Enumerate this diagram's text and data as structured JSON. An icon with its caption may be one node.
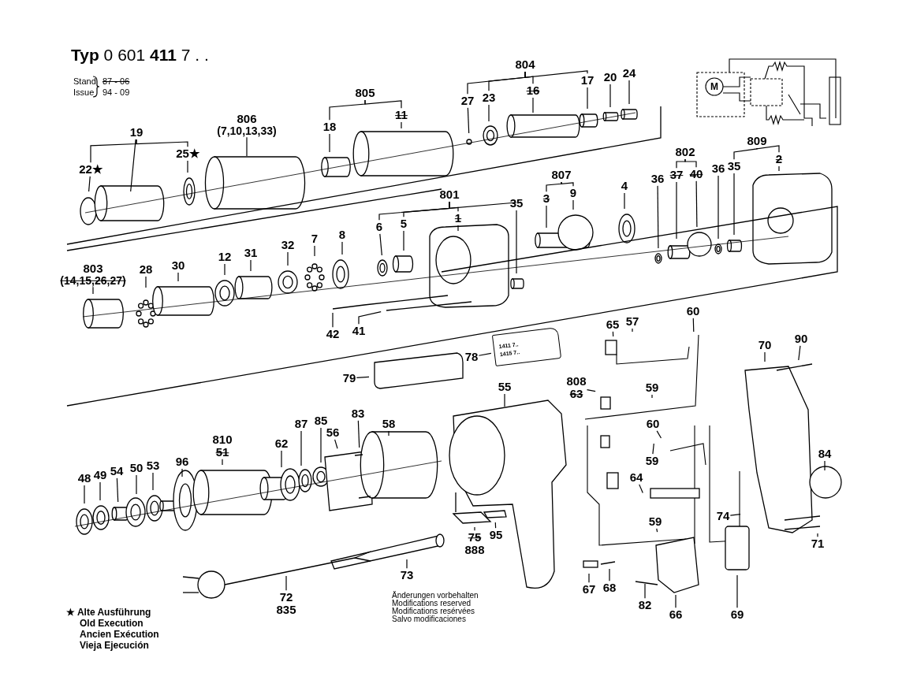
{
  "diagram": {
    "title": "**Typ** 0 601 **411** 7 . .",
    "nodes": [
      {
        "text": [
          "19"
        ]
      },
      {
        "text": [
          "22★"
        ]
      },
      {
        "text": [
          "25★"
        ]
      },
      {
        "text": [
          "806",
          "(7,10,13,33)"
        ]
      },
      {
        "text": [
          "805"
        ]
      },
      {
        "text": [
          "18"
        ]
      },
      {
        "text": [
          "11"
        ]
      },
      {
        "text": [
          "804"
        ]
      },
      {
        "text": [
          "27"
        ]
      },
      {
        "text": [
          "23"
        ]
      },
      {
        "text": [
          "16"
        ]
      },
      {
        "text": [
          "17"
        ]
      },
      {
        "text": [
          "20"
        ]
      },
      {
        "text": [
          "24"
        ]
      },
      {
        "text": [
          "801"
        ]
      },
      {
        "text": [
          "6"
        ]
      },
      {
        "text": [
          "5"
        ]
      },
      {
        "text": [
          "1"
        ]
      },
      {
        "text": [
          "35"
        ]
      },
      {
        "text": [
          "807"
        ]
      },
      {
        "text": [
          "3"
        ]
      },
      {
        "text": [
          "9"
        ]
      },
      {
        "text": [
          "4"
        ]
      },
      {
        "text": [
          "36"
        ]
      },
      {
        "text": [
          "802"
        ]
      },
      {
        "text": [
          "37"
        ]
      },
      {
        "text": [
          "40"
        ]
      },
      {
        "text": [
          "36"
        ]
      },
      {
        "text": [
          "35"
        ]
      },
      {
        "text": [
          "809"
        ]
      },
      {
        "text": [
          "2"
        ]
      },
      {
        "text": [
          "803",
          "(14,15,26,27)"
        ]
      },
      {
        "text": [
          "28"
        ]
      },
      {
        "text": [
          "30"
        ]
      },
      {
        "text": [
          "12"
        ]
      },
      {
        "text": [
          "31"
        ]
      },
      {
        "text": [
          "32"
        ]
      },
      {
        "text": [
          "7"
        ]
      },
      {
        "text": [
          "8"
        ]
      },
      {
        "text": [
          "42"
        ]
      },
      {
        "text": [
          "41"
        ]
      },
      {
        "text": [
          "79"
        ]
      },
      {
        "text": [
          "78"
        ]
      },
      {
        "text": [
          "55"
        ]
      },
      {
        "text": [
          "65"
        ]
      },
      {
        "text": [
          "57"
        ]
      },
      {
        "text": [
          "60"
        ]
      },
      {
        "text": [
          "70"
        ]
      },
      {
        "text": [
          "90"
        ]
      },
      {
        "text": [
          "808",
          "63"
        ]
      },
      {
        "text": [
          "59"
        ]
      },
      {
        "text": [
          "83"
        ]
      },
      {
        "text": [
          "58"
        ]
      },
      {
        "text": [
          "87"
        ]
      },
      {
        "text": [
          "85"
        ]
      },
      {
        "text": [
          "56"
        ]
      },
      {
        "text": [
          "810",
          "51"
        ]
      },
      {
        "text": [
          "62"
        ]
      },
      {
        "text": [
          "60"
        ]
      },
      {
        "text": [
          "59"
        ]
      },
      {
        "text": [
          "96"
        ]
      },
      {
        "text": [
          "48"
        ]
      },
      {
        "text": [
          "49"
        ]
      },
      {
        "text": [
          "54"
        ]
      },
      {
        "text": [
          "50"
        ]
      },
      {
        "text": [
          "53"
        ]
      },
      {
        "text": [
          "84"
        ]
      },
      {
        "text": [
          "64"
        ]
      },
      {
        "text": [
          "74"
        ]
      },
      {
        "text": [
          "59"
        ]
      },
      {
        "text": [
          "75",
          "888"
        ]
      },
      {
        "text": [
          "95"
        ]
      },
      {
        "text": [
          "71"
        ]
      },
      {
        "text": [
          "73"
        ]
      },
      {
        "text": [
          "67"
        ]
      },
      {
        "text": [
          "68"
        ]
      },
      {
        "text": [
          "72",
          "835"
        ]
      },
      {
        "text": [
          "82"
        ]
      },
      {
        "text": [
          "66"
        ]
      },
      {
        "text": [
          "69"
        ]
      },
      {
        "text": [
          "1411 7..",
          "1415 7.."
        ]
      }
    ],
    "edges": [
      {
        "from": 0,
        "to": null,
        "arrow": "none"
      },
      {
        "from": 1,
        "to": null,
        "arrow": "none"
      },
      {
        "from": 2,
        "to": null,
        "arrow": "none"
      },
      {
        "from": 3,
        "to": null,
        "arrow": "none"
      },
      {
        "from": 5,
        "to": null,
        "arrow": "none"
      },
      {
        "from": 6,
        "to": null,
        "arrow": "none"
      },
      {
        "from": 8,
        "to": null,
        "arrow": "none"
      },
      {
        "from": 9,
        "to": null,
        "arrow": "none"
      },
      {
        "from": 10,
        "to": null,
        "arrow": "none"
      },
      {
        "from": 11,
        "to": null,
        "arrow": "none"
      },
      {
        "from": 12,
        "to": null,
        "arrow": "none"
      },
      {
        "from": 13,
        "to": null,
        "arrow": "none"
      },
      {
        "from": 15,
        "to": null,
        "arrow": "none"
      },
      {
        "from": 16,
        "to": null,
        "arrow": "none"
      },
      {
        "from": 17,
        "to": null,
        "arrow": "none"
      },
      {
        "from": 18,
        "to": null,
        "arrow": "none"
      },
      {
        "from": 20,
        "to": null,
        "arrow": "none"
      },
      {
        "from": 21,
        "to": null,
        "arrow": "none"
      },
      {
        "from": 22,
        "to": null,
        "arrow": "none"
      },
      {
        "from": 23,
        "to": null,
        "arrow": "none"
      },
      {
        "from": 25,
        "to": null,
        "arrow": "none"
      },
      {
        "from": 26,
        "to": null,
        "arrow": "none"
      },
      {
        "from": 27,
        "to": null,
        "arrow": "none"
      },
      {
        "from": 28,
        "to": null,
        "arrow": "none"
      },
      {
        "from": 30,
        "to": null,
        "arrow": "none"
      },
      {
        "from": 31,
        "to": null,
        "arrow": "none"
      },
      {
        "from": 32,
        "to": null,
        "arrow": "none"
      },
      {
        "from": 33,
        "to": null,
        "arrow": "none"
      },
      {
        "from": 34,
        "to": null,
        "arrow": "none"
      },
      {
        "from": 35,
        "to": null,
        "arrow": "none"
      },
      {
        "from": 36,
        "to": null,
        "arrow": "none"
      },
      {
        "from": 37,
        "to": null,
        "arrow": "none"
      },
      {
        "from": 38,
        "to": null,
        "arrow": "none"
      },
      {
        "from": 39,
        "to": null,
        "arrow": "none"
      },
      {
        "from": 40,
        "to": null,
        "arrow": "none"
      },
      {
        "from": 41,
        "to": null,
        "arrow": "none"
      },
      {
        "from": 42,
        "to": 80,
        "arrow": "none"
      },
      {
        "from": 43,
        "to": null,
        "arrow": "none"
      },
      {
        "from": 44,
        "to": null,
        "arrow": "none"
      },
      {
        "from": 45,
        "to": null,
        "arrow": "none"
      },
      {
        "from": 46,
        "to": null,
        "arrow": "none"
      },
      {
        "from": 47,
        "to": null,
        "arrow": "none"
      },
      {
        "from": 48,
        "to": null,
        "arrow": "none"
      },
      {
        "from": 49,
        "to": null,
        "arrow": "none"
      },
      {
        "from": 50,
        "to": null,
        "arrow": "none"
      },
      {
        "from": 51,
        "to": null,
        "arrow": "none"
      },
      {
        "from": 52,
        "to": null,
        "arrow": "none"
      },
      {
        "from": 53,
        "to": null,
        "arrow": "none"
      },
      {
        "from": 54,
        "to": null,
        "arrow": "none"
      },
      {
        "from": 55,
        "to": null,
        "arrow": "none"
      },
      {
        "from": 56,
        "to": null,
        "arrow": "none"
      },
      {
        "from": 57,
        "to": null,
        "arrow": "none"
      },
      {
        "from": 58,
        "to": null,
        "arrow": "none"
      },
      {
        "from": 59,
        "to": null,
        "arrow": "none"
      },
      {
        "from": 60,
        "to": null,
        "arrow": "none"
      },
      {
        "from": 61,
        "to": null,
        "arrow": "none"
      },
      {
        "from": 62,
        "to": null,
        "arrow": "none"
      },
      {
        "from": 63,
        "to": null,
        "arrow": "none"
      },
      {
        "from": 64,
        "to": null,
        "arrow": "none"
      },
      {
        "from": 65,
        "to": null,
        "arrow": "none"
      },
      {
        "from": 66,
        "to": null,
        "arrow": "none"
      },
      {
        "from": 67,
        "to": null,
        "arrow": "none"
      },
      {
        "from": 68,
        "to": null,
        "arrow": "none"
      },
      {
        "from": 69,
        "to": null,
        "arrow": "none"
      },
      {
        "from": 70,
        "to": null,
        "arrow": "none"
      },
      {
        "from": 71,
        "to": null,
        "arrow": "none"
      },
      {
        "from": 72,
        "to": null,
        "arrow": "none"
      },
      {
        "from": 73,
        "to": null,
        "arrow": "none"
      },
      {
        "from": 74,
        "to": null,
        "arrow": "none"
      },
      {
        "from": 75,
        "to": null,
        "arrow": "none"
      },
      {
        "from": 76,
        "to": null,
        "arrow": "none"
      },
      {
        "from": 77,
        "to": null,
        "arrow": "none"
      },
      {
        "from": 78,
        "to": null,
        "arrow": "none"
      },
      {
        "from": 79,
        "to": null,
        "arrow": "none"
      },
      {
        "from": 0,
        "to": 1,
        "arrow": "none"
      },
      {
        "from": 0,
        "to": 2,
        "arrow": "none"
      },
      {
        "from": 4,
        "to": 5,
        "arrow": "none"
      },
      {
        "from": 4,
        "to": 6,
        "arrow": "none"
      },
      {
        "from": 7,
        "to": 8,
        "arrow": "none"
      },
      {
        "from": 7,
        "to": 9,
        "arrow": "none"
      },
      {
        "from": 7,
        "to": 10,
        "arrow": "none"
      },
      {
        "from": 7,
        "to": 11,
        "arrow": "none"
      },
      {
        "from": 14,
        "to": 15,
        "arrow": "none"
      },
      {
        "from": 14,
        "to": 16,
        "arrow": "none"
      },
      {
        "from": 14,
        "to": 17,
        "arrow": "none"
      },
      {
        "from": 14,
        "to": 18,
        "arrow": "none"
      },
      {
        "from": 19,
        "to": 20,
        "arrow": "none"
      },
      {
        "from": 19,
        "to": 21,
        "arrow": "none"
      },
      {
        "from": 24,
        "to": 25,
        "arrow": "none"
      },
      {
        "from": 24,
        "to": 26,
        "arrow": "none"
      },
      {
        "from": 29,
        "to": 28,
        "arrow": "none"
      },
      {
        "from": 29,
        "to": 30,
        "arrow": "none"
      }
    ],
    "labels": [
      "Stand",
      "Issue",
      "87 - 06",
      "94 - 09",
      "M",
      "★ Alte Ausführung",
      "Old Execution",
      "Ancien Exécution",
      "Vieja Ejecución",
      "Änderungen vorbehalten",
      "Modifications reserved",
      "Modifications resérvées",
      "Salvo modificaciones"
    ]
  }
}
